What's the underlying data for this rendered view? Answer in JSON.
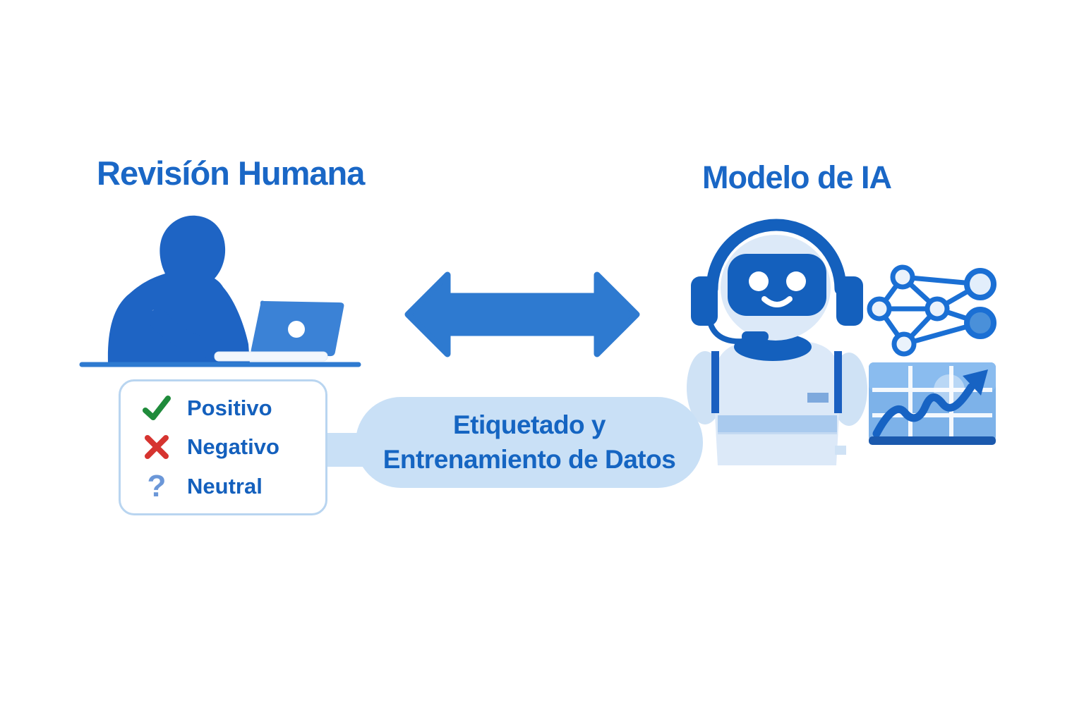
{
  "diagram": {
    "left_section": {
      "title": "Revisíón Humana",
      "icon": "person-at-laptop-icon"
    },
    "right_section": {
      "title": "Modelo de IA",
      "icons": [
        "robot-icon",
        "neural-network-icon",
        "trend-chart-icon"
      ]
    },
    "center": {
      "icon": "double-arrow-icon"
    },
    "labels_box": {
      "items": [
        {
          "icon": "check-icon",
          "label": "Positivo",
          "icon_color": "#1f8b3b"
        },
        {
          "icon": "cross-icon",
          "label": "Negativo",
          "icon_color": "#d63430"
        },
        {
          "icon": "question-icon",
          "label": "Neutral",
          "icon_color": "#6b97d8",
          "glyph": "?"
        }
      ]
    },
    "flow_pill": {
      "line1": "Etiquetado y",
      "line2": "Entrenamiento de Datos"
    },
    "colors": {
      "title_blue": "#1a67c6",
      "deep_blue": "#1460bd",
      "mid_blue": "#2e7ad0",
      "laptop_blue": "#3b82d6",
      "pill_light_blue": "#c9e0f6",
      "robot_pale_blue": "#dce9f8",
      "band_blue": "#a9caee",
      "chart_panel_blue": "#7db2e9",
      "positive_green": "#1f8b3b",
      "negative_red": "#d63430",
      "neutral_blue": "#6b97d8"
    }
  }
}
